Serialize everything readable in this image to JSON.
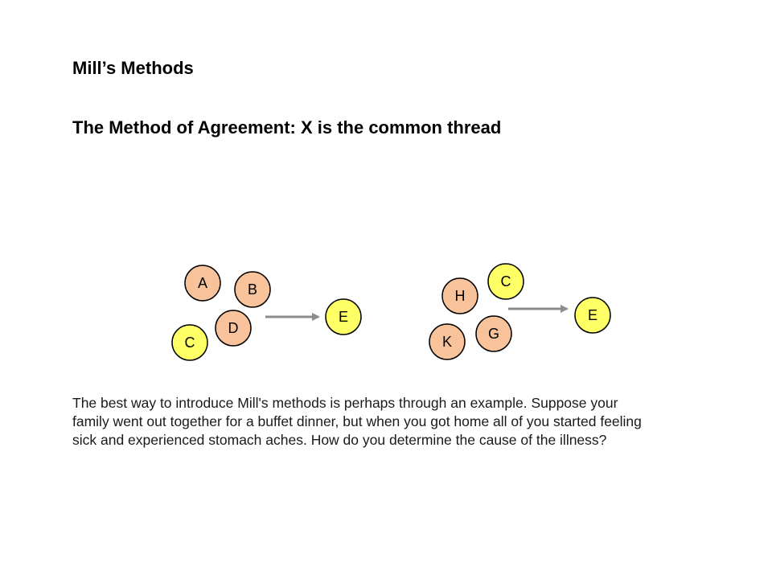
{
  "title": "Mill’s Methods",
  "subtitle": "The Method of Agreement: X is the common thread",
  "colors": {
    "antecedent_fill": "#f8c39a",
    "common_fill": "#ffff66",
    "circle_stroke": "#000000",
    "arrow": "#8c8c8c"
  },
  "diagram": {
    "groups": [
      {
        "antecedents": [
          {
            "label": "A",
            "kind": "antecedent"
          },
          {
            "label": "B",
            "kind": "antecedent"
          },
          {
            "label": "D",
            "kind": "antecedent"
          },
          {
            "label": "C",
            "kind": "common"
          }
        ],
        "effect": {
          "label": "E",
          "kind": "common"
        }
      },
      {
        "antecedents": [
          {
            "label": "H",
            "kind": "antecedent"
          },
          {
            "label": "C",
            "kind": "common"
          },
          {
            "label": "K",
            "kind": "antecedent"
          },
          {
            "label": "G",
            "kind": "antecedent"
          }
        ],
        "effect": {
          "label": "E",
          "kind": "common"
        }
      }
    ]
  },
  "caption": [
    "The best way to introduce Mill's methods is perhaps through an example. Suppose your",
    "family went out together for a buffet dinner, but when you got home all of you started feeling",
    "sick and experienced stomach aches. How do you determine the cause of the illness?"
  ]
}
